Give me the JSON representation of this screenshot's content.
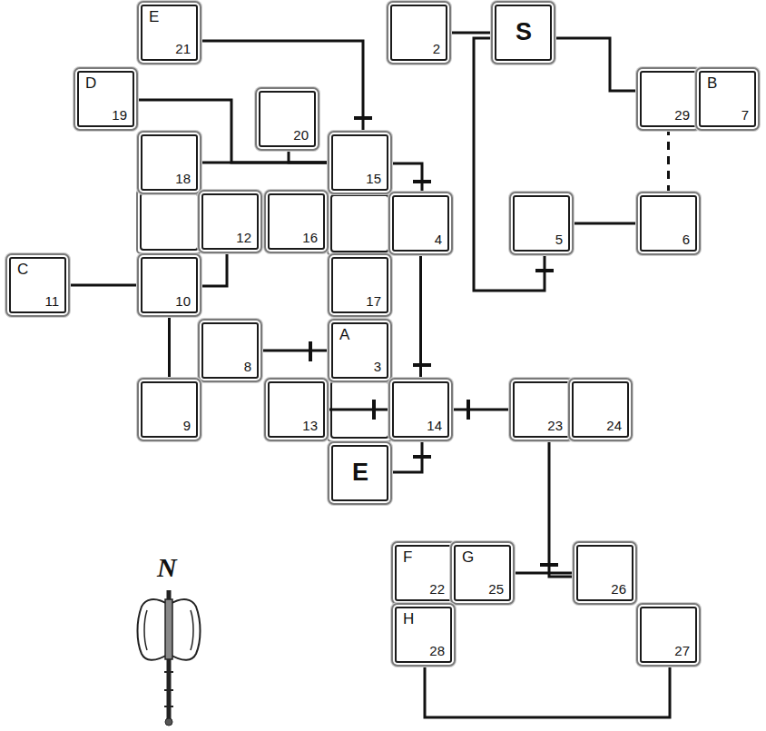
{
  "diagram": {
    "nodes": [
      {
        "text": [
          "E",
          "21"
        ]
      },
      {
        "text": [
          "2"
        ]
      },
      {
        "text": [
          "S"
        ]
      },
      {
        "text": [
          "D",
          "19"
        ]
      },
      {
        "text": [
          "29"
        ]
      },
      {
        "text": [
          "B",
          "7"
        ]
      },
      {
        "text": [
          "20"
        ]
      },
      {
        "text": [
          "18"
        ]
      },
      {
        "text": [
          "15"
        ]
      },
      {
        "text": [
          "12"
        ]
      },
      {
        "text": [
          "16"
        ]
      },
      {
        "text": [
          "4"
        ]
      },
      {
        "text": [
          "5"
        ]
      },
      {
        "text": [
          "6"
        ]
      },
      {
        "text": [
          "C",
          "11"
        ]
      },
      {
        "text": [
          "10"
        ]
      },
      {
        "text": [
          "17"
        ]
      },
      {
        "text": [
          "8"
        ]
      },
      {
        "text": [
          "A",
          "3"
        ]
      },
      {
        "text": [
          "9"
        ]
      },
      {
        "text": [
          "13"
        ]
      },
      {
        "text": [
          "14"
        ]
      },
      {
        "text": [
          "23"
        ]
      },
      {
        "text": [
          "24"
        ]
      },
      {
        "text": [
          "E"
        ]
      },
      {
        "text": [
          "F",
          "22"
        ]
      },
      {
        "text": [
          "G",
          "25"
        ]
      },
      {
        "text": [
          "26"
        ]
      },
      {
        "text": [
          "H",
          "28"
        ]
      },
      {
        "text": [
          "27"
        ]
      }
    ],
    "edges": [
      {
        "from": 0,
        "to": 8,
        "arrow": "none"
      },
      {
        "from": 1,
        "to": 2,
        "arrow": "none"
      },
      {
        "from": 2,
        "to": 12,
        "arrow": "none"
      },
      {
        "from": 2,
        "to": 4,
        "arrow": "none"
      },
      {
        "from": 4,
        "to": 13,
        "arrow": "none"
      },
      {
        "from": 12,
        "to": 13,
        "arrow": "none"
      },
      {
        "from": 3,
        "to": 8,
        "arrow": "none"
      },
      {
        "from": 6,
        "to": 8,
        "arrow": "none"
      },
      {
        "from": 7,
        "to": 8,
        "arrow": "none"
      },
      {
        "from": 8,
        "to": 11,
        "arrow": "none"
      },
      {
        "from": 14,
        "to": 15,
        "arrow": "none"
      },
      {
        "from": 15,
        "to": 9,
        "arrow": "none"
      },
      {
        "from": 15,
        "to": 19,
        "arrow": "none"
      },
      {
        "from": 17,
        "to": 18,
        "arrow": "none"
      },
      {
        "from": 11,
        "to": 21,
        "arrow": "none"
      },
      {
        "from": 20,
        "to": 21,
        "arrow": "none"
      },
      {
        "from": 21,
        "to": 22,
        "arrow": "none"
      },
      {
        "from": 21,
        "to": 24,
        "arrow": "none"
      },
      {
        "from": 22,
        "to": 27,
        "arrow": "none"
      },
      {
        "from": 26,
        "to": 27,
        "arrow": "none"
      },
      {
        "from": 28,
        "to": 29,
        "arrow": "none"
      }
    ],
    "labels": [
      "N"
    ]
  }
}
